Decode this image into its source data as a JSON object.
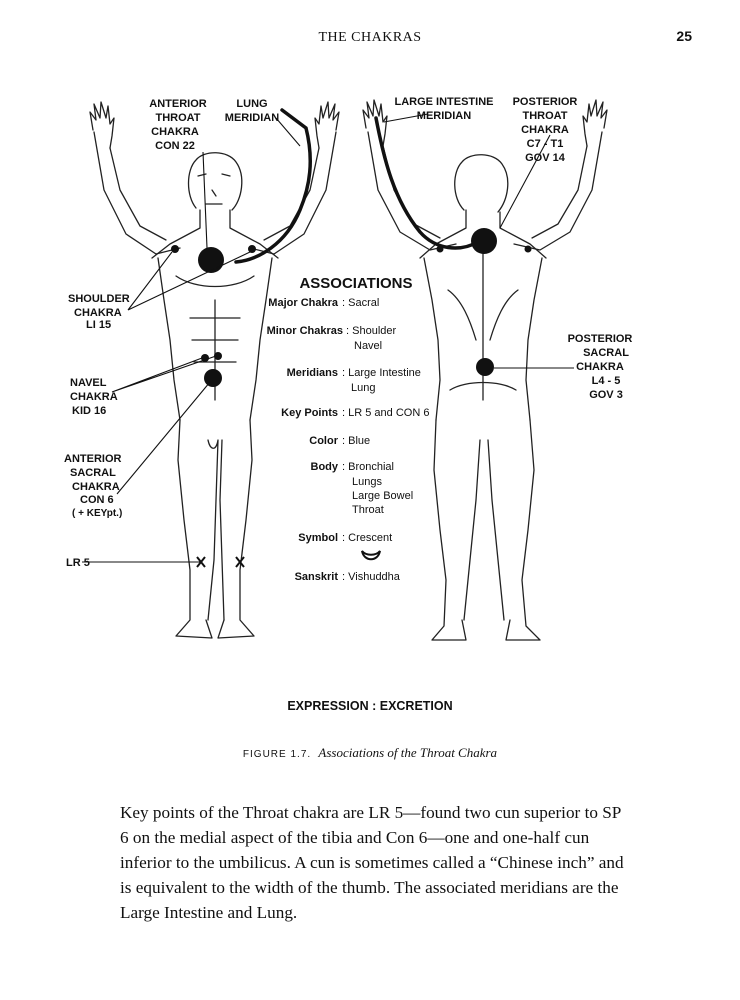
{
  "page": {
    "running_head": "THE CHAKRAS",
    "page_number": "25"
  },
  "figure": {
    "labels": {
      "anterior_throat": [
        "ANTERIOR",
        "THROAT",
        "CHAKRA",
        "CON 22"
      ],
      "lung_meridian": [
        "LUNG",
        "MERIDIAN"
      ],
      "large_intestine_meridian": [
        "LARGE INTESTINE",
        "MERIDIAN"
      ],
      "posterior_throat": [
        "POSTERIOR",
        "THROAT",
        "CHAKRA",
        "C7 - T1",
        "GOV 14"
      ],
      "shoulder": [
        "SHOULDER",
        "CHAKRA",
        "LI 15"
      ],
      "navel": [
        "NAVEL",
        "CHAKRA",
        "KID 16"
      ],
      "anterior_sacral": [
        "ANTERIOR",
        "SACRAL",
        "CHAKRA",
        "CON 6",
        "( + KEYpt.)"
      ],
      "lr5": "LR 5",
      "posterior_sacral": [
        "POSTERIOR",
        "SACRAL",
        "CHAKRA",
        "L4 - 5",
        "GOV 3"
      ]
    },
    "associations": {
      "title": "ASSOCIATIONS",
      "rows": [
        {
          "key": "Major Chakra",
          "values": [
            "Sacral"
          ]
        },
        {
          "key": "Minor Chakras",
          "values": [
            "Shoulder",
            "Navel"
          ]
        },
        {
          "key": "Meridians",
          "values": [
            "Large Intestine",
            "Lung"
          ]
        },
        {
          "key": "Key Points",
          "values": [
            "LR 5 and CON 6"
          ]
        },
        {
          "key": "Color",
          "values": [
            "Blue"
          ]
        },
        {
          "key": "Body",
          "values": [
            "Bronchial",
            "Lungs",
            "Large Bowel",
            "Throat"
          ]
        },
        {
          "key": "Symbol",
          "values": [
            "Crescent"
          ]
        },
        {
          "key": "Sanskrit",
          "values": [
            "Vishuddha"
          ]
        }
      ]
    },
    "expression": "EXPRESSION : EXCRETION",
    "caption_label": "FIGURE 1.7.",
    "caption_text": "Associations of the Throat Chakra"
  },
  "body_text": "Key points of the Throat chakra are LR 5—found two cun superior to SP 6 on the medial aspect of the tibia and Con 6—one and one-half cun inferior to the umbilicus. A cun is sometimes called a “Chinese inch” and is equivalent to the width of the thumb. The associated meridians are the Large Intestine and Lung."
}
